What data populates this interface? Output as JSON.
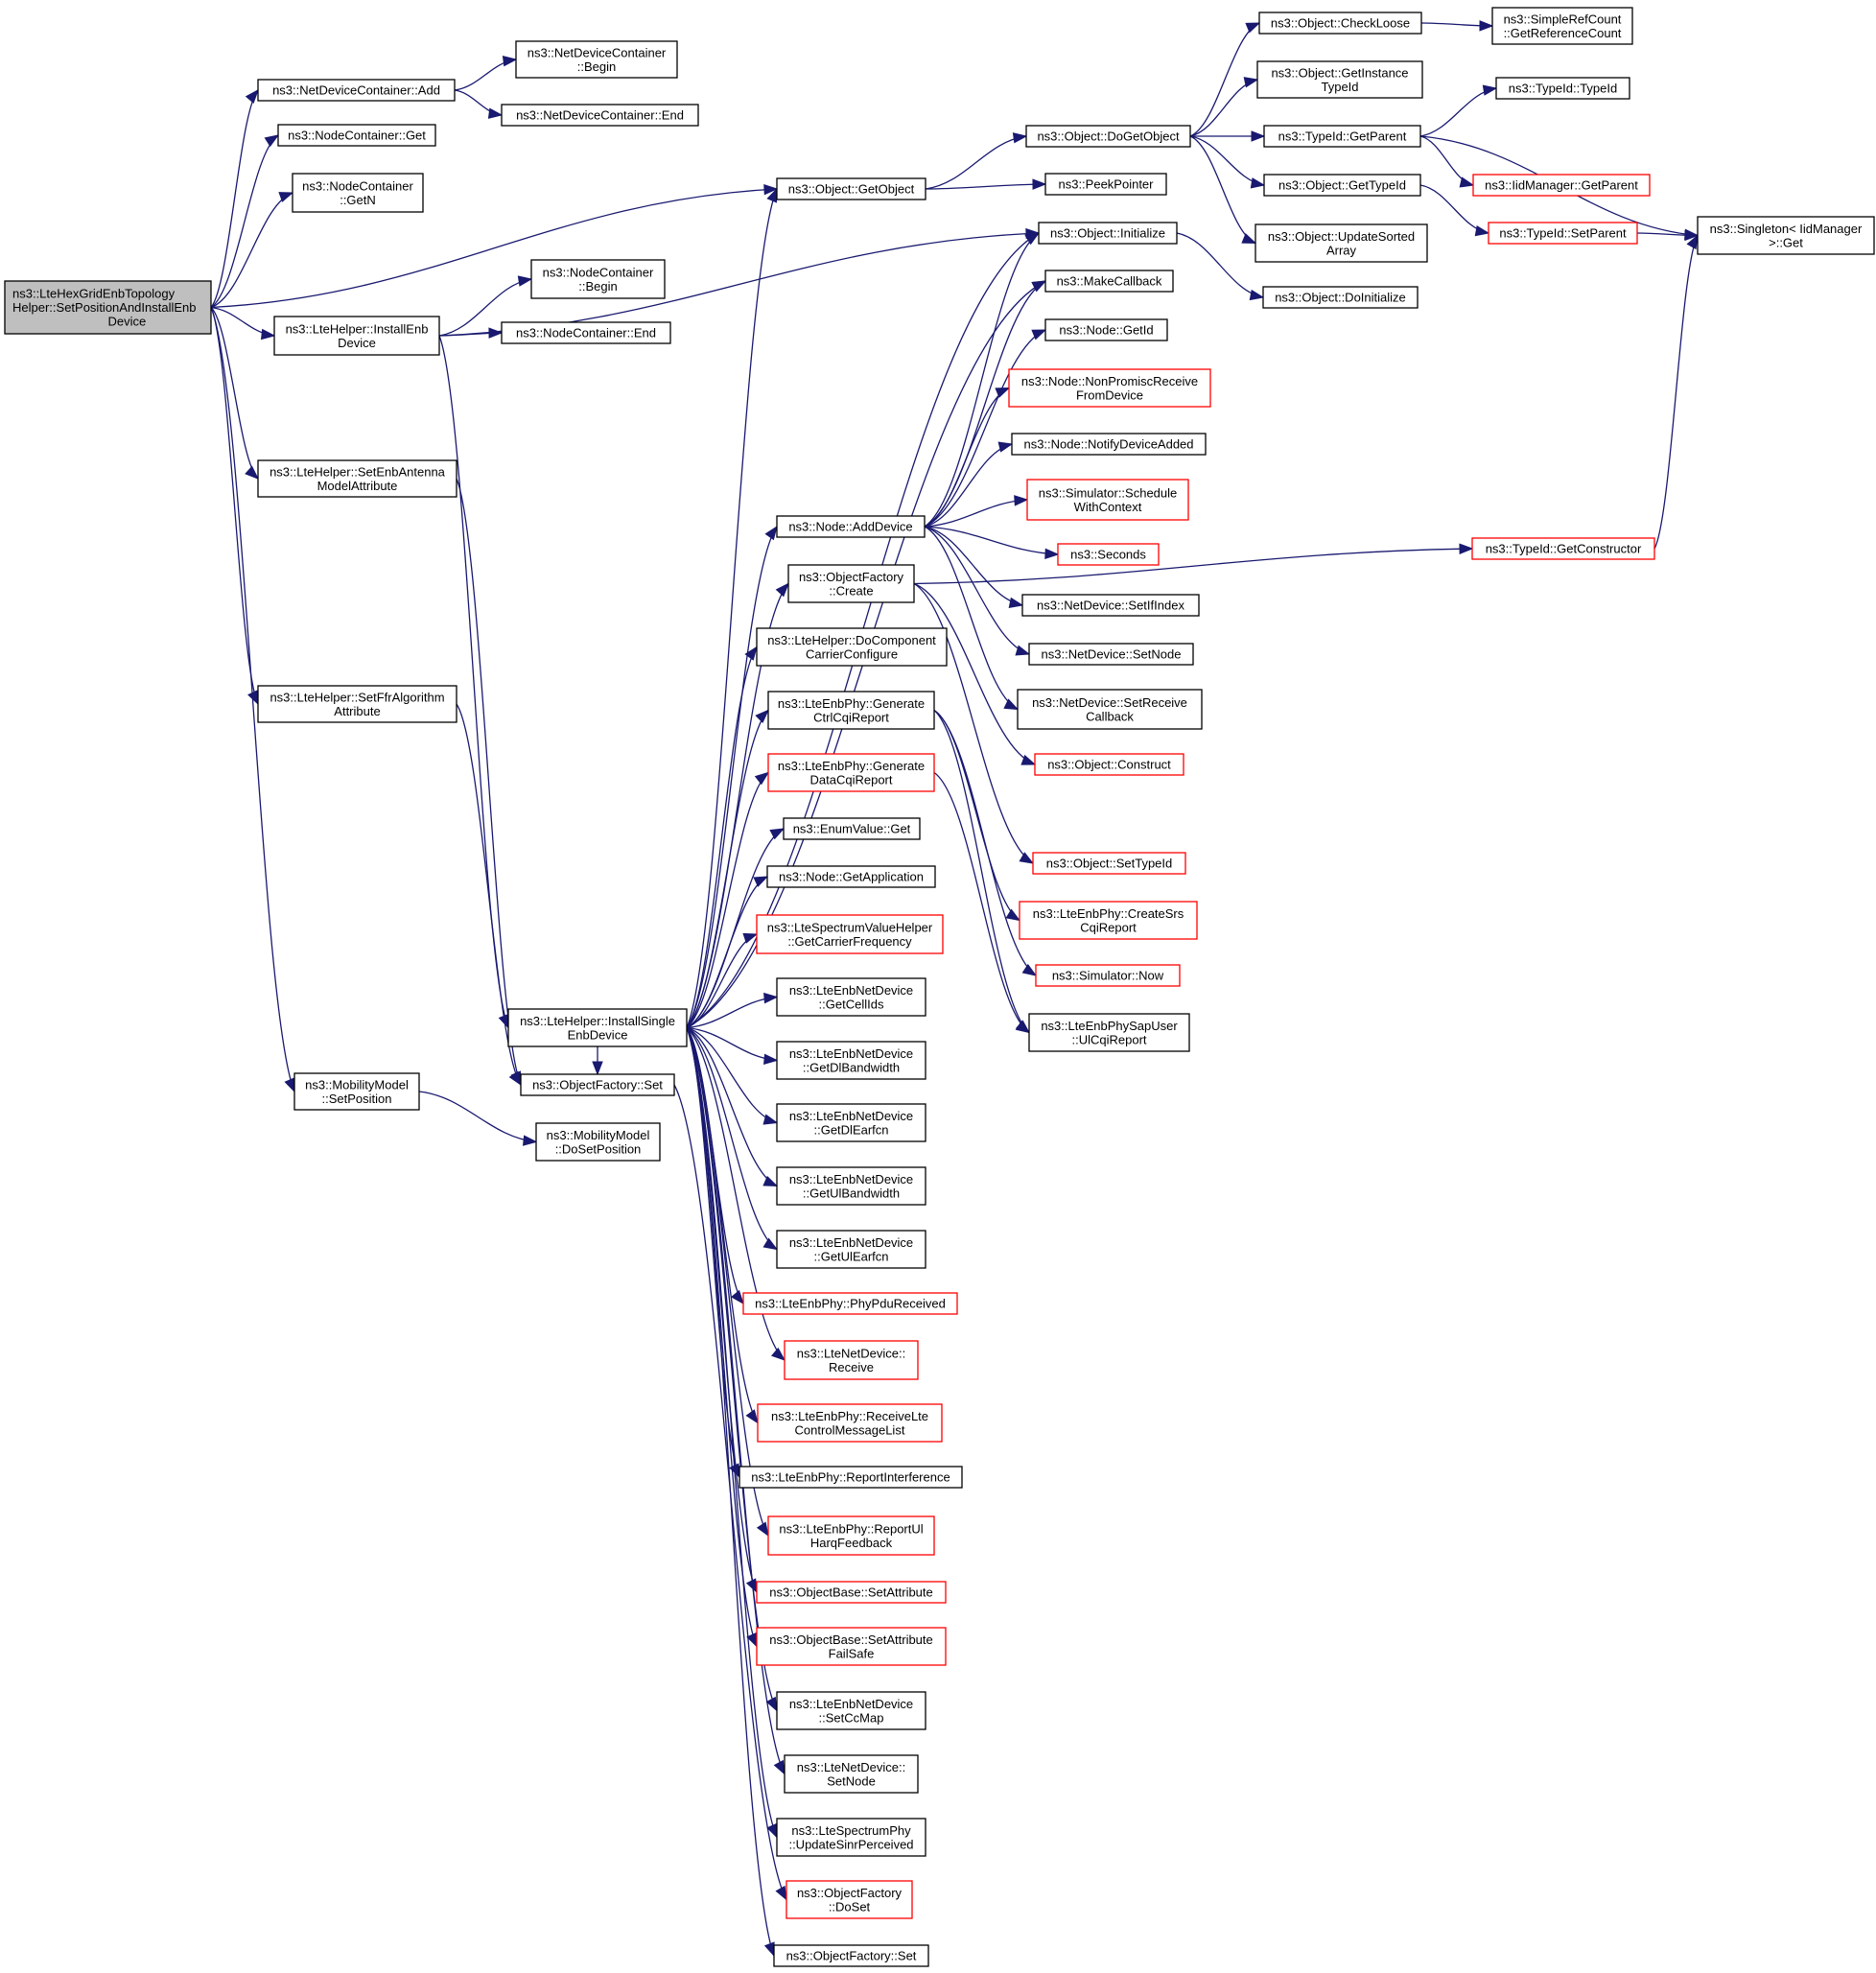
{
  "title": "Call graph of ns3::LteHexGridEnbTopologyHelper::SetPositionAndInstallEnbDevice",
  "colors": {
    "edge": "#191970",
    "root_fill": "#bfbfbf",
    "node_border": "#000000",
    "truncated_border": "#ff0000"
  },
  "nodes": [
    {
      "id": "root",
      "lines": [
        "ns3::LteHexGridEnbTopology",
        "Helper::SetPositionAndInstallEnb",
        "Device"
      ],
      "kind": "root"
    },
    {
      "id": "ndc_add",
      "lines": [
        "ns3::NetDeviceContainer::Add"
      ],
      "kind": "normal"
    },
    {
      "id": "ndc_begin",
      "lines": [
        "ns3::NetDeviceContainer",
        "::Begin"
      ],
      "kind": "normal"
    },
    {
      "id": "ndc_end",
      "lines": [
        "ns3::NetDeviceContainer::End"
      ],
      "kind": "normal"
    },
    {
      "id": "nc_get",
      "lines": [
        "ns3::NodeContainer::Get"
      ],
      "kind": "normal"
    },
    {
      "id": "nc_getn",
      "lines": [
        "ns3::NodeContainer",
        "::GetN"
      ],
      "kind": "normal"
    },
    {
      "id": "install_enb",
      "lines": [
        "ns3::LteHelper::InstallEnb",
        "Device"
      ],
      "kind": "normal"
    },
    {
      "id": "nc_begin",
      "lines": [
        "ns3::NodeContainer",
        "::Begin"
      ],
      "kind": "normal"
    },
    {
      "id": "nc_end",
      "lines": [
        "ns3::NodeContainer::End"
      ],
      "kind": "normal"
    },
    {
      "id": "set_antenna",
      "lines": [
        "ns3::LteHelper::SetEnbAntenna",
        "ModelAttribute"
      ],
      "kind": "normal"
    },
    {
      "id": "set_ffr",
      "lines": [
        "ns3::LteHelper::SetFfrAlgorithm",
        "Attribute"
      ],
      "kind": "normal"
    },
    {
      "id": "mm_setpos",
      "lines": [
        "ns3::MobilityModel",
        "::SetPosition"
      ],
      "kind": "normal"
    },
    {
      "id": "install_single",
      "lines": [
        "ns3::LteHelper::InstallSingle",
        "EnbDevice"
      ],
      "kind": "normal"
    },
    {
      "id": "of_set_left",
      "lines": [
        "ns3::ObjectFactory::Set"
      ],
      "kind": "normal"
    },
    {
      "id": "mm_dosetpos",
      "lines": [
        "ns3::MobilityModel",
        "::DoSetPosition"
      ],
      "kind": "normal"
    },
    {
      "id": "obj_getobject",
      "lines": [
        "ns3::Object::GetObject"
      ],
      "kind": "normal"
    },
    {
      "id": "obj_dogetobject",
      "lines": [
        "ns3::Object::DoGetObject"
      ],
      "kind": "normal"
    },
    {
      "id": "peekpointer",
      "lines": [
        "ns3::PeekPointer"
      ],
      "kind": "normal"
    },
    {
      "id": "obj_initialize",
      "lines": [
        "ns3::Object::Initialize"
      ],
      "kind": "normal"
    },
    {
      "id": "makecallback",
      "lines": [
        "ns3::MakeCallback"
      ],
      "kind": "normal"
    },
    {
      "id": "node_getid",
      "lines": [
        "ns3::Node::GetId"
      ],
      "kind": "normal"
    },
    {
      "id": "node_nonpromisc",
      "lines": [
        "ns3::Node::NonPromiscReceive",
        "FromDevice"
      ],
      "kind": "red"
    },
    {
      "id": "node_notify",
      "lines": [
        "ns3::Node::NotifyDeviceAdded"
      ],
      "kind": "normal"
    },
    {
      "id": "sim_schedule",
      "lines": [
        "ns3::Simulator::Schedule",
        "WithContext"
      ],
      "kind": "red"
    },
    {
      "id": "node_adddevice",
      "lines": [
        "ns3::Node::AddDevice"
      ],
      "kind": "normal"
    },
    {
      "id": "seconds",
      "lines": [
        "ns3::Seconds"
      ],
      "kind": "red"
    },
    {
      "id": "nd_setifindex",
      "lines": [
        "ns3::NetDevice::SetIfIndex"
      ],
      "kind": "normal"
    },
    {
      "id": "nd_setnode",
      "lines": [
        "ns3::NetDevice::SetNode"
      ],
      "kind": "normal"
    },
    {
      "id": "nd_setreceive",
      "lines": [
        "ns3::NetDevice::SetReceive",
        "Callback"
      ],
      "kind": "normal"
    },
    {
      "id": "obj_construct",
      "lines": [
        "ns3::Object::Construct"
      ],
      "kind": "red"
    },
    {
      "id": "of_create",
      "lines": [
        "ns3::ObjectFactory",
        "::Create"
      ],
      "kind": "normal"
    },
    {
      "id": "docomponent",
      "lines": [
        "ns3::LteHelper::DoComponent",
        "CarrierConfigure"
      ],
      "kind": "normal"
    },
    {
      "id": "gen_ctrl",
      "lines": [
        "ns3::LteEnbPhy::Generate",
        "CtrlCqiReport"
      ],
      "kind": "normal"
    },
    {
      "id": "gen_data",
      "lines": [
        "ns3::LteEnbPhy::Generate",
        "DataCqiReport"
      ],
      "kind": "red"
    },
    {
      "id": "enumvalue_get",
      "lines": [
        "ns3::EnumValue::Get"
      ],
      "kind": "normal"
    },
    {
      "id": "node_getapp",
      "lines": [
        "ns3::Node::GetApplication"
      ],
      "kind": "normal"
    },
    {
      "id": "spectrum_helper",
      "lines": [
        "ns3::LteSpectrumValueHelper",
        "::GetCarrierFrequency"
      ],
      "kind": "red"
    },
    {
      "id": "get_cellids",
      "lines": [
        "ns3::LteEnbNetDevice",
        "::GetCellIds"
      ],
      "kind": "normal"
    },
    {
      "id": "get_dlbw",
      "lines": [
        "ns3::LteEnbNetDevice",
        "::GetDlBandwidth"
      ],
      "kind": "normal"
    },
    {
      "id": "get_dlearfcn",
      "lines": [
        "ns3::LteEnbNetDevice",
        "::GetDlEarfcn"
      ],
      "kind": "normal"
    },
    {
      "id": "get_ulbw",
      "lines": [
        "ns3::LteEnbNetDevice",
        "::GetUlBandwidth"
      ],
      "kind": "normal"
    },
    {
      "id": "get_ulearfcn",
      "lines": [
        "ns3::LteEnbNetDevice",
        "::GetUlEarfcn"
      ],
      "kind": "normal"
    },
    {
      "id": "phypdu",
      "lines": [
        "ns3::LteEnbPhy::PhyPduReceived"
      ],
      "kind": "red"
    },
    {
      "id": "lnd_receive",
      "lines": [
        "ns3::LteNetDevice::",
        "Receive"
      ],
      "kind": "red"
    },
    {
      "id": "recv_ctrl",
      "lines": [
        "ns3::LteEnbPhy::ReceiveLte",
        "ControlMessageList"
      ],
      "kind": "red"
    },
    {
      "id": "report_interf",
      "lines": [
        "ns3::LteEnbPhy::ReportInterference"
      ],
      "kind": "normal"
    },
    {
      "id": "report_harq",
      "lines": [
        "ns3::LteEnbPhy::ReportUl",
        "HarqFeedback"
      ],
      "kind": "red"
    },
    {
      "id": "ob_setattr",
      "lines": [
        "ns3::ObjectBase::SetAttribute"
      ],
      "kind": "red"
    },
    {
      "id": "ob_setattr_fs",
      "lines": [
        "ns3::ObjectBase::SetAttribute",
        "FailSafe"
      ],
      "kind": "red"
    },
    {
      "id": "setccmap",
      "lines": [
        "ns3::LteEnbNetDevice",
        "::SetCcMap"
      ],
      "kind": "normal"
    },
    {
      "id": "lnd_setnode",
      "lines": [
        "ns3::LteNetDevice::",
        "SetNode"
      ],
      "kind": "normal"
    },
    {
      "id": "update_sinr",
      "lines": [
        "ns3::LteSpectrumPhy",
        "::UpdateSinrPerceived"
      ],
      "kind": "normal"
    },
    {
      "id": "of_doset",
      "lines": [
        "ns3::ObjectFactory",
        "::DoSet"
      ],
      "kind": "red"
    },
    {
      "id": "of_set_bottom",
      "lines": [
        "ns3::ObjectFactory::Set"
      ],
      "kind": "normal"
    },
    {
      "id": "obj_settypeid",
      "lines": [
        "ns3::Object::SetTypeId"
      ],
      "kind": "red"
    },
    {
      "id": "create_srs",
      "lines": [
        "ns3::LteEnbPhy::CreateSrs",
        "CqiReport"
      ],
      "kind": "red"
    },
    {
      "id": "sim_now",
      "lines": [
        "ns3::Simulator::Now"
      ],
      "kind": "red"
    },
    {
      "id": "sapuser_ulcqi",
      "lines": [
        "ns3::LteEnbPhySapUser",
        "::UlCqiReport"
      ],
      "kind": "normal"
    },
    {
      "id": "obj_checkloose",
      "lines": [
        "ns3::Object::CheckLoose"
      ],
      "kind": "normal"
    },
    {
      "id": "simplerefcount",
      "lines": [
        "ns3::SimpleRefCount",
        "::GetReferenceCount"
      ],
      "kind": "normal"
    },
    {
      "id": "obj_getinstance",
      "lines": [
        "ns3::Object::GetInstance",
        "TypeId"
      ],
      "kind": "normal"
    },
    {
      "id": "typeid_getparent",
      "lines": [
        "ns3::TypeId::GetParent"
      ],
      "kind": "normal"
    },
    {
      "id": "typeid_typeid",
      "lines": [
        "ns3::TypeId::TypeId"
      ],
      "kind": "normal"
    },
    {
      "id": "iid_getparent",
      "lines": [
        "ns3::IidManager::GetParent"
      ],
      "kind": "red"
    },
    {
      "id": "obj_gettypeid",
      "lines": [
        "ns3::Object::GetTypeId"
      ],
      "kind": "normal"
    },
    {
      "id": "obj_updatesorted",
      "lines": [
        "ns3::Object::UpdateSorted",
        "Array"
      ],
      "kind": "normal"
    },
    {
      "id": "typeid_setparent",
      "lines": [
        "ns3::TypeId::SetParent"
      ],
      "kind": "red"
    },
    {
      "id": "singleton_get",
      "lines": [
        "ns3::Singleton< IidManager",
        ">::Get"
      ],
      "kind": "normal"
    },
    {
      "id": "obj_doinitialize",
      "lines": [
        "ns3::Object::DoInitialize"
      ],
      "kind": "normal"
    },
    {
      "id": "typeid_getconstructor",
      "lines": [
        "ns3::TypeId::GetConstructor"
      ],
      "kind": "red"
    }
  ],
  "edges": [
    [
      "root",
      "ndc_add"
    ],
    [
      "root",
      "nc_get"
    ],
    [
      "root",
      "nc_getn"
    ],
    [
      "root",
      "obj_getobject"
    ],
    [
      "root",
      "install_enb"
    ],
    [
      "root",
      "set_antenna"
    ],
    [
      "root",
      "set_ffr"
    ],
    [
      "root",
      "mm_setpos"
    ],
    [
      "ndc_add",
      "ndc_begin"
    ],
    [
      "ndc_add",
      "ndc_end"
    ],
    [
      "install_enb",
      "nc_begin"
    ],
    [
      "install_enb",
      "nc_end"
    ],
    [
      "install_enb",
      "obj_initialize"
    ],
    [
      "install_enb",
      "install_single"
    ],
    [
      "set_antenna",
      "of_set_left"
    ],
    [
      "set_ffr",
      "of_set_left"
    ],
    [
      "mm_setpos",
      "mm_dosetpos"
    ],
    [
      "obj_getobject",
      "obj_dogetobject"
    ],
    [
      "obj_getobject",
      "peekpointer"
    ],
    [
      "obj_dogetobject",
      "obj_checkloose"
    ],
    [
      "obj_dogetobject",
      "obj_getinstance"
    ],
    [
      "obj_dogetobject",
      "typeid_getparent"
    ],
    [
      "obj_dogetobject",
      "obj_gettypeid"
    ],
    [
      "obj_dogetobject",
      "obj_updatesorted"
    ],
    [
      "obj_checkloose",
      "simplerefcount"
    ],
    [
      "typeid_getparent",
      "typeid_typeid"
    ],
    [
      "typeid_getparent",
      "iid_getparent"
    ],
    [
      "typeid_getparent",
      "singleton_get"
    ],
    [
      "obj_gettypeid",
      "typeid_setparent"
    ],
    [
      "typeid_setparent",
      "singleton_get"
    ],
    [
      "obj_initialize",
      "obj_doinitialize"
    ],
    [
      "typeid_getconstructor",
      "singleton_get"
    ],
    [
      "install_single",
      "obj_getobject"
    ],
    [
      "install_single",
      "obj_initialize"
    ],
    [
      "install_single",
      "makecallback"
    ],
    [
      "install_single",
      "node_adddevice"
    ],
    [
      "install_single",
      "of_create"
    ],
    [
      "install_single",
      "docomponent"
    ],
    [
      "install_single",
      "gen_ctrl"
    ],
    [
      "install_single",
      "gen_data"
    ],
    [
      "install_single",
      "enumvalue_get"
    ],
    [
      "install_single",
      "node_getapp"
    ],
    [
      "install_single",
      "spectrum_helper"
    ],
    [
      "install_single",
      "get_cellids"
    ],
    [
      "install_single",
      "get_dlbw"
    ],
    [
      "install_single",
      "get_dlearfcn"
    ],
    [
      "install_single",
      "get_ulbw"
    ],
    [
      "install_single",
      "get_ulearfcn"
    ],
    [
      "install_single",
      "phypdu"
    ],
    [
      "install_single",
      "lnd_receive"
    ],
    [
      "install_single",
      "recv_ctrl"
    ],
    [
      "install_single",
      "report_interf"
    ],
    [
      "install_single",
      "report_harq"
    ],
    [
      "install_single",
      "ob_setattr"
    ],
    [
      "install_single",
      "ob_setattr_fs"
    ],
    [
      "install_single",
      "setccmap"
    ],
    [
      "install_single",
      "lnd_setnode"
    ],
    [
      "install_single",
      "update_sinr"
    ],
    [
      "install_single",
      "of_set_left"
    ],
    [
      "install_single",
      "of_set_bottom"
    ],
    [
      "of_set_left",
      "of_doset"
    ],
    [
      "node_adddevice",
      "obj_initialize"
    ],
    [
      "node_adddevice",
      "makecallback"
    ],
    [
      "node_adddevice",
      "node_getid"
    ],
    [
      "node_adddevice",
      "node_nonpromisc"
    ],
    [
      "node_adddevice",
      "node_notify"
    ],
    [
      "node_adddevice",
      "sim_schedule"
    ],
    [
      "node_adddevice",
      "seconds"
    ],
    [
      "node_adddevice",
      "nd_setifindex"
    ],
    [
      "node_adddevice",
      "nd_setnode"
    ],
    [
      "node_adddevice",
      "nd_setreceive"
    ],
    [
      "of_create",
      "obj_construct"
    ],
    [
      "of_create",
      "obj_settypeid"
    ],
    [
      "of_create",
      "typeid_getconstructor"
    ],
    [
      "gen_ctrl",
      "create_srs"
    ],
    [
      "gen_ctrl",
      "sim_now"
    ],
    [
      "gen_ctrl",
      "sapuser_ulcqi"
    ],
    [
      "gen_data",
      "sapuser_ulcqi"
    ]
  ]
}
